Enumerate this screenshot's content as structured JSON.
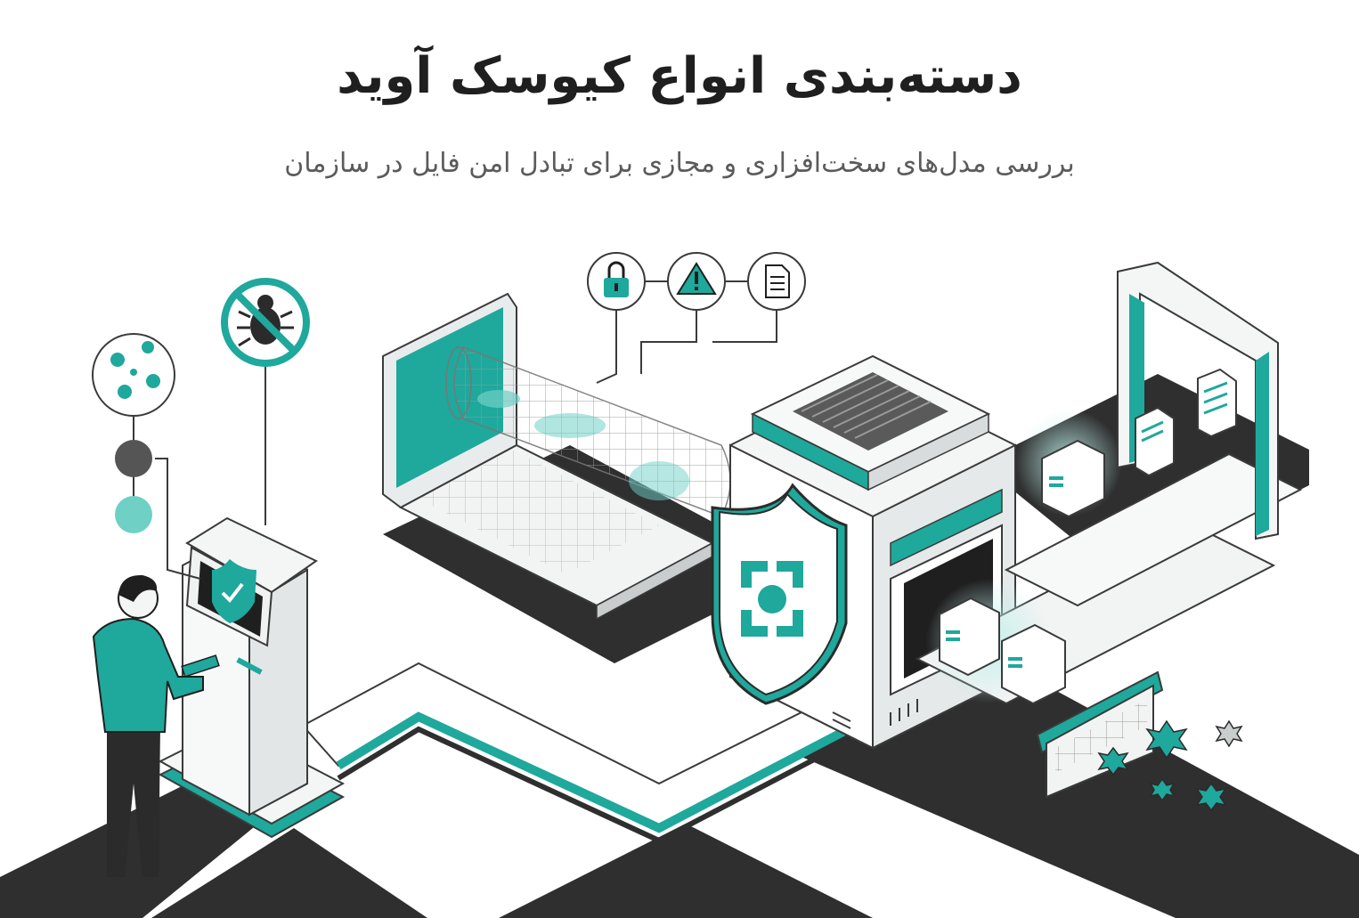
{
  "header": {
    "title": "دسته‌بندی انواع کیوسک آوید",
    "subtitle": "بررسی مدل‌های سخت‌افزاری و مجازی برای تبادل امن فایل در سازمان"
  },
  "colors": {
    "accent": "#1fa89c",
    "accent_light": "#6fd0c6",
    "dark": "#2b2b2b",
    "road": "#2f2f2f",
    "outline": "#3a3a3a",
    "panel": "#f2f3f3"
  },
  "icons": [
    "virus-cluster-icon",
    "no-bug-icon",
    "status-dot-dark",
    "status-dot-teal",
    "lock-icon",
    "warning-icon",
    "document-icon",
    "shield-scan-icon",
    "checkmark-shield-icon"
  ]
}
